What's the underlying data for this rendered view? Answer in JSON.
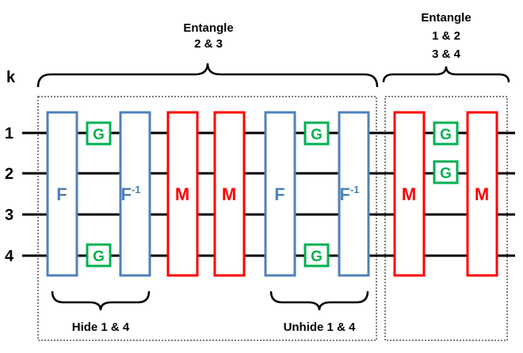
{
  "axis_label": "k",
  "rows": [
    "1",
    "2",
    "3",
    "4"
  ],
  "top_braces": {
    "left_label_line1": "Entangle",
    "left_label_line2": "2 & 3",
    "right_label_line1": "Entangle",
    "right_label_line2": "1 & 2",
    "right_label_line3": "3 & 4"
  },
  "bottom_braces": {
    "left_label": "Hide 1 & 4",
    "right_label": "Unhide 1 & 4"
  },
  "gates": {
    "F": "F",
    "F_inverse_base": "F",
    "F_inverse_exp": "-1",
    "M": "M",
    "G": "G"
  },
  "colors": {
    "F_border": "#4f81bd",
    "M_border": "#ff0000",
    "G_border": "#00b050",
    "wire": "#000000"
  }
}
